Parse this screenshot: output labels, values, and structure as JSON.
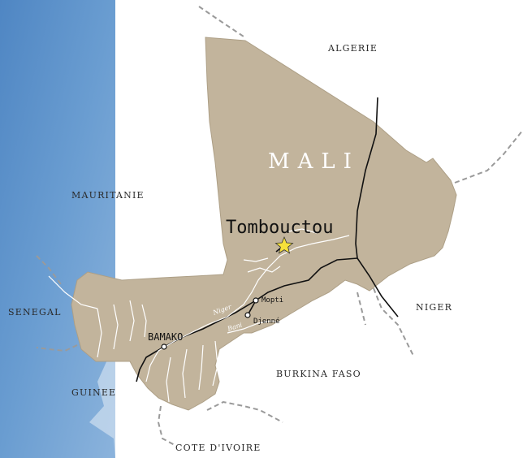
{
  "country": {
    "name": "MALI"
  },
  "neighbors": {
    "algeria": "ALGERIE",
    "mauritania": "MAURITANIE",
    "senegal": "SENEGAL",
    "niger": "NIGER",
    "burkina": "BURKINA FASO",
    "guinea": "GUINEE",
    "ivory_coast": "COTE D'IVOIRE"
  },
  "cities": {
    "timbuktu": "Tombouctou",
    "bamako": "BAMAKO",
    "mopti": "Mopti",
    "djenne": "Djenné"
  },
  "rivers": {
    "niger": "Niger",
    "bani": "Bani"
  },
  "colors": {
    "land": "#c2b49c",
    "ocean": "#5b8fc7",
    "border": "#9a9a9a",
    "river": "#ffffff",
    "road": "#111111",
    "star": "#f7e03a"
  },
  "icons": {
    "capital_marker": "star-icon",
    "town_marker": "circle-icon"
  }
}
